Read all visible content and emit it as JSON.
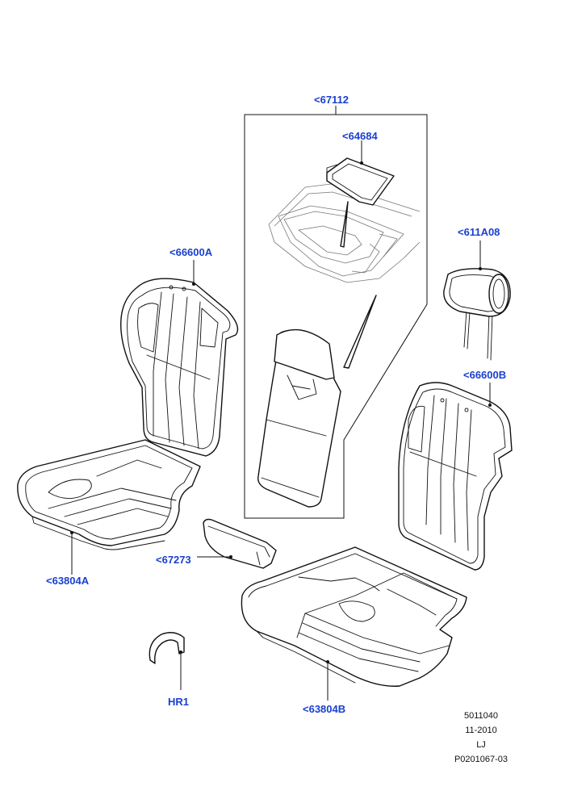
{
  "diagram": {
    "callouts": {
      "c67112": "<67112",
      "c64684": "<64684",
      "c611A08": "<611A08",
      "c66600A": "<66600A",
      "c66600B": "<66600B",
      "c63804A": "<63804A",
      "c67273": "<67273",
      "c63804B": "<63804B",
      "cHR1": "HR1"
    },
    "reference": {
      "code": "5011040",
      "date": "11-2010",
      "initials": "LJ",
      "part_code": "P0201067-03"
    },
    "colors": {
      "callout_text": "#1a3fd1",
      "line_art": "#111111"
    }
  }
}
